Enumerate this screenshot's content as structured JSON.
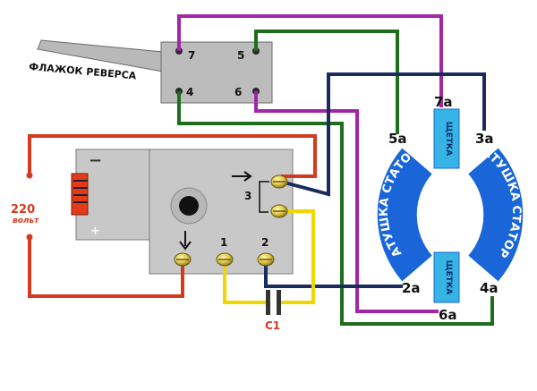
{
  "reverse_switch": {
    "flag_label": "ФЛАЖОК РЕВЕРСА",
    "pin_7": "7",
    "pin_5": "5",
    "pin_4": "4",
    "pin_6": "6"
  },
  "trigger": {
    "minus_sign": "−",
    "plus_sign": "+",
    "pin_1": "1",
    "pin_2": "2",
    "pin_3": "3",
    "capacitor": "C1"
  },
  "power": {
    "voltage": "220",
    "unit": "вольт"
  },
  "motor": {
    "terminal_7a": "7а",
    "terminal_5a": "5а",
    "terminal_3a": "3а",
    "terminal_2a": "2а",
    "terminal_4a": "4а",
    "terminal_6a": "6а",
    "brush_top": "ЩЕТКА",
    "brush_bottom": "ЩЕТКА",
    "coil_left": "КАТУШКА СТАТОРА",
    "coil_right": "КАТУШКА СТАТОРА"
  },
  "colors": {
    "red": "#d63a1e",
    "magenta": "#a226a8",
    "green": "#1e6e1e",
    "navy": "#1a2c5e",
    "yellow": "#f2d600",
    "blue": "#1a66d8",
    "cyan": "#36b4e6"
  }
}
